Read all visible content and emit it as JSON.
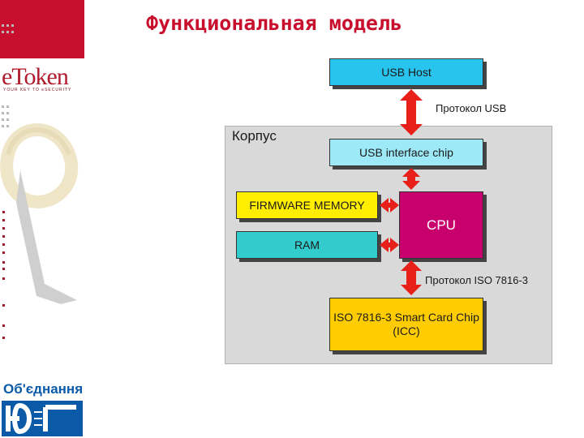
{
  "slide": {
    "title": "Функциональная модель"
  },
  "brand": {
    "etoken_logo": "eToken",
    "etoken_tagline": "YOUR KEY TO eSECURITY",
    "unite_word": "Об'єднання",
    "unite_logo": "ЮГ"
  },
  "diagram": {
    "case_label": "Корпус",
    "usb_host": "USB Host",
    "protocol_usb": "Протокол USB",
    "usb_chip": "USB interface chip",
    "firmware_memory": "FIRMWARE MEMORY",
    "ram": "RAM",
    "cpu": "CPU",
    "protocol_iso": "Протокол ISO 7816-3",
    "icc": "ISO 7816-3 Smart Card Chip (ICC)"
  },
  "colors": {
    "title_red": "#c8102e",
    "usb_host": "#29c4ee",
    "usb_chip": "#9ee9f7",
    "firmware": "#ffee00",
    "ram": "#33cccc",
    "cpu": "#c8006e",
    "icc": "#ffcc00",
    "arrow_red": "#e8201a"
  }
}
